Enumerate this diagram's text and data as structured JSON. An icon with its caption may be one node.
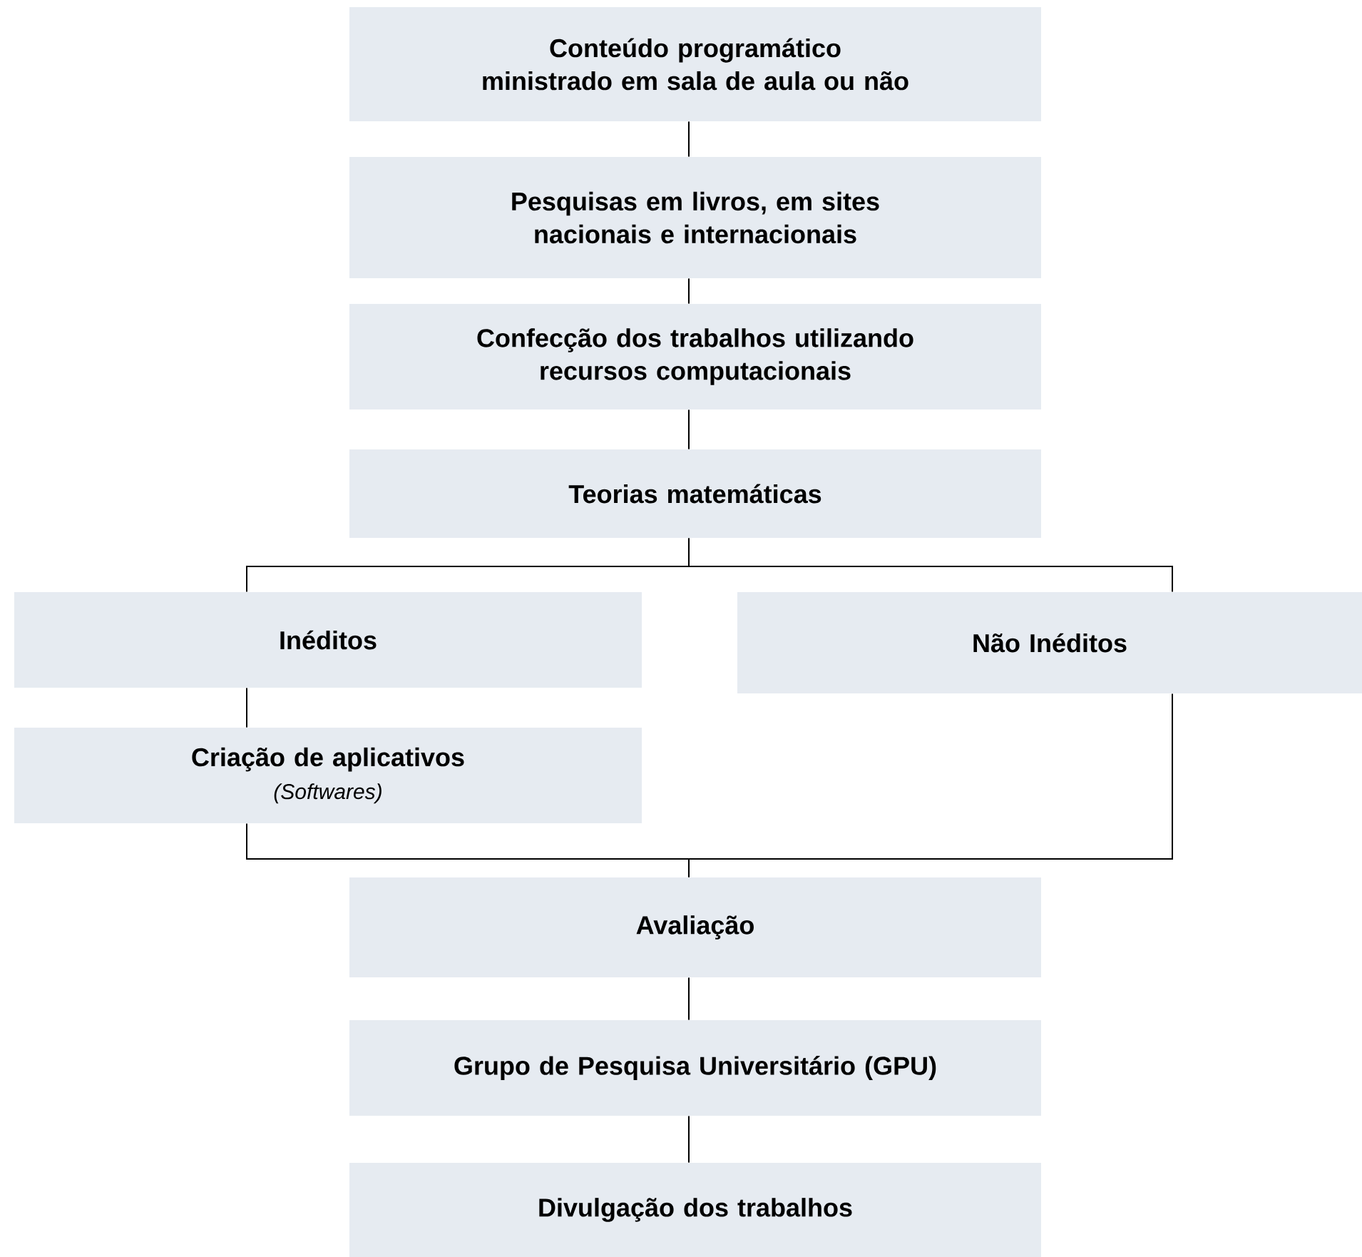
{
  "diagram": {
    "nodes": [
      {
        "text": [
          "Conteúdo programático ministrado em sala de aula ou não"
        ]
      },
      {
        "text": [
          "Pesquisas em livros, em sites nacionais e internacionais"
        ]
      },
      {
        "text": [
          "Confecção dos trabalhos utilizando recursos computacionais"
        ]
      },
      {
        "text": [
          "Teorias matemáticas"
        ]
      },
      {
        "text": [
          "Inéditos"
        ]
      },
      {
        "text": [
          "Não Inéditos"
        ]
      },
      {
        "text": [
          "Criação de aplicativos",
          "(Softwares)"
        ]
      },
      {
        "text": [
          "Avaliação"
        ]
      },
      {
        "text": [
          "Grupo de Pesquisa Universitário (GPU)"
        ]
      },
      {
        "text": [
          "Divulgação dos trabalhos"
        ]
      }
    ],
    "edges": [
      {
        "from": 0,
        "to": 1,
        "arrow": "none"
      },
      {
        "from": 1,
        "to": 2,
        "arrow": "none"
      },
      {
        "from": 2,
        "to": 3,
        "arrow": "none"
      },
      {
        "from": 3,
        "to": 4,
        "arrow": "none"
      },
      {
        "from": 3,
        "to": 5,
        "arrow": "none"
      },
      {
        "from": 4,
        "to": 6,
        "arrow": "none"
      },
      {
        "from": 6,
        "to": 7,
        "arrow": "none"
      },
      {
        "from": 5,
        "to": 7,
        "arrow": "none"
      },
      {
        "from": 7,
        "to": 8,
        "arrow": "none"
      },
      {
        "from": 8,
        "to": 9,
        "arrow": "none"
      }
    ]
  }
}
